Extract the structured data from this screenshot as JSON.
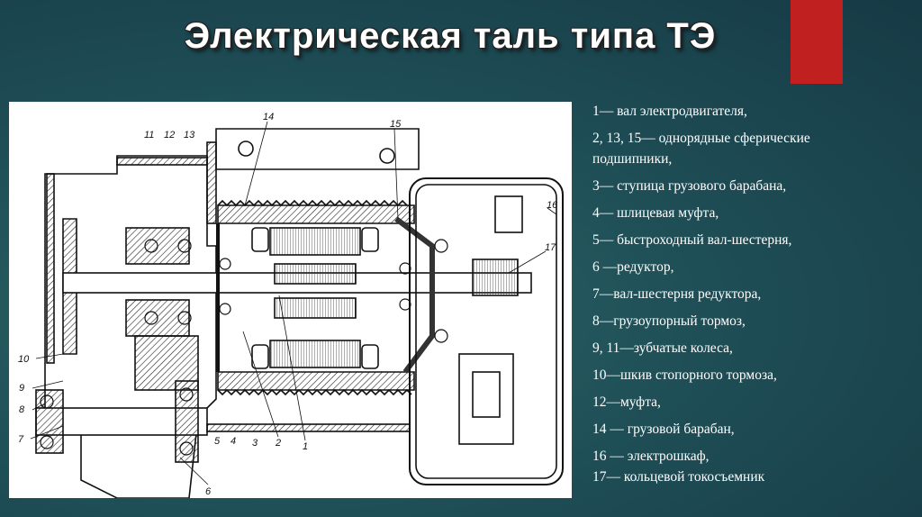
{
  "slide": {
    "title": "Электрическая таль типа ТЭ",
    "accent_color": "#c0201f"
  },
  "figure": {
    "callouts": [
      "1",
      "2",
      "3",
      "4",
      "5",
      "6",
      "7",
      "8",
      "9",
      "10",
      "11",
      "12",
      "13",
      "14",
      "15",
      "16",
      "17"
    ]
  },
  "legend": {
    "items": [
      "1— вал электродвигателя,",
      "2, 13, 15— однорядные сферические",
      "подшипники,",
      "3— ступица грузового барабана,",
      "4— шлицевая муфта,",
      "5— быстроходный вал-шестерня,",
      "6 —редуктор,",
      "7—вал-шестерня редуктора,",
      "8—грузоупорный тормоз,",
      "9, 11—зубчатые колеса,",
      "10—шкив стопорного тормоза,",
      "12—муфта,",
      "14 — грузовой барабан,",
      "16 — электрошкаф,",
      "17— кольцевой токосъемник"
    ]
  }
}
